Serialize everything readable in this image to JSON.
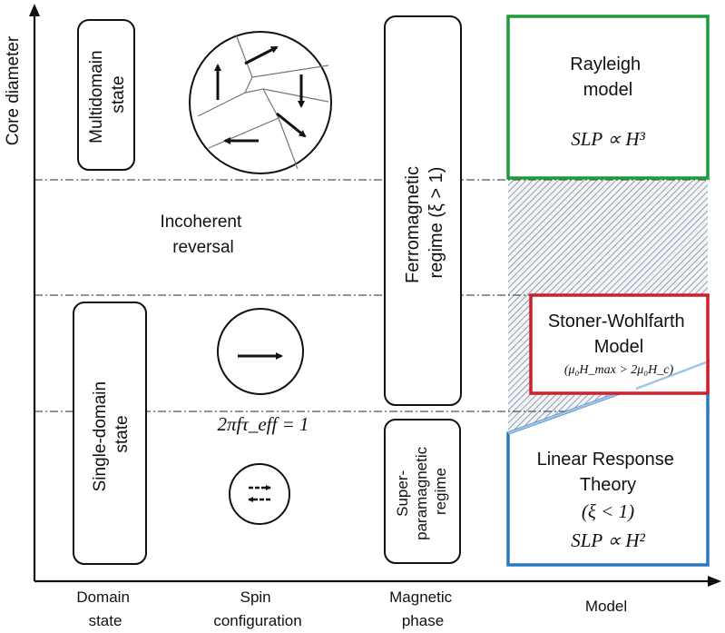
{
  "axes": {
    "y_label": "Core diameter",
    "x_categories": [
      {
        "line1": "Domain",
        "line2": "state"
      },
      {
        "line1": "Spin",
        "line2": "configuration"
      },
      {
        "line1": "Magnetic",
        "line2": "phase"
      },
      {
        "line1": "Model",
        "line2": ""
      }
    ]
  },
  "domain_state": {
    "multidomain": {
      "line1": "Multidomain",
      "line2": "state"
    },
    "single_domain": {
      "line1": "Single-domain",
      "line2": "state"
    }
  },
  "spin_configuration": {
    "incoherent": {
      "line1": "Incoherent",
      "line2": "reversal"
    },
    "criterion": "2πfτ_eff = 1"
  },
  "magnetic_phase": {
    "ferromagnetic": {
      "line1": "Ferromagnetic",
      "line2": "regime (ξ > 1)"
    },
    "superparamagnetic": {
      "line1": "Super-",
      "line2": "paramagnetic",
      "line3": "regime"
    }
  },
  "models": {
    "rayleigh": {
      "line1": "Rayleigh",
      "line2": "model",
      "formula": "SLP ∝ H³",
      "color": "#1f9a3a"
    },
    "stoner_wohlfarth": {
      "line1": "Stoner-Wohlfarth",
      "line2": "Model",
      "condition": "(μ₀H_max > 2μ₀H_c)",
      "color": "#d01e2a"
    },
    "linear_response": {
      "line1": "Linear Response",
      "line2": "Theory",
      "condition": "(ξ < 1)",
      "formula": "SLP ∝ H²",
      "color": "#2a78c0"
    }
  }
}
